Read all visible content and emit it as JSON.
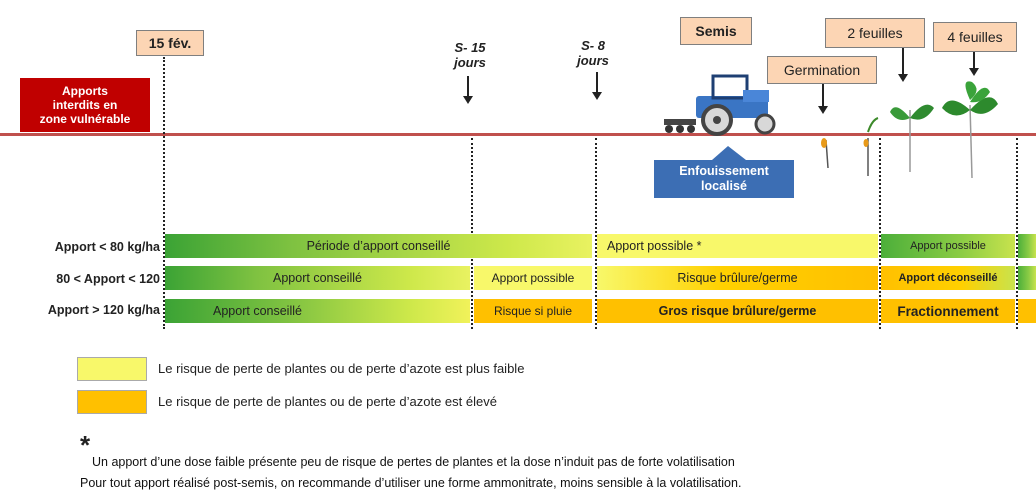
{
  "markers": {
    "fev15": "15 fév.",
    "s15": "S- 15\njours",
    "s8": "S- 8\njours",
    "semis": "Semis",
    "germination": "Germination",
    "feuilles2": "2 feuilles",
    "feuilles4": "4 feuilles"
  },
  "interdits": "Apports\ninterdits en\nzone vulnérable",
  "enfouissement": "Enfouissement\nlocalisé",
  "rows": [
    {
      "label": "Apport < 80 kg/ha",
      "cells": [
        "Période d’apport conseillé",
        "Apport possible *",
        "Apport possible",
        ""
      ]
    },
    {
      "label": "80 < Apport < 120",
      "cells": [
        "Apport conseillé",
        "Apport possible",
        "Risque brûlure/germe",
        "Apport déconseillé"
      ]
    },
    {
      "label": "Apport > 120 kg/ha",
      "cells": [
        "Apport conseillé",
        "Risque si pluie",
        "Gros risque brûlure/germe",
        "Fractionnement"
      ]
    }
  ],
  "legend": [
    {
      "text": "Le risque de perte de plantes ou de perte d’azote est plus faible",
      "color": "#f8f86a"
    },
    {
      "text": "Le risque de perte de plantes ou de perte d’azote est élevé",
      "color": "#ffc000"
    }
  ],
  "footnote": {
    "star": "*",
    "line1": "Un apport d’une dose faible présente peu de risque de pertes de plantes et la dose n’induit pas de forte volatilisation",
    "line2": "Pour tout apport réalisé post-semis, on recommande d’utiliser une forme ammonitrate, moins sensible à la volatilisation."
  },
  "colors": {
    "soil": "#c0504d",
    "interdits": "#c00000",
    "tag": "#fcd5b4",
    "enfouissement": "#3c6eb4"
  }
}
